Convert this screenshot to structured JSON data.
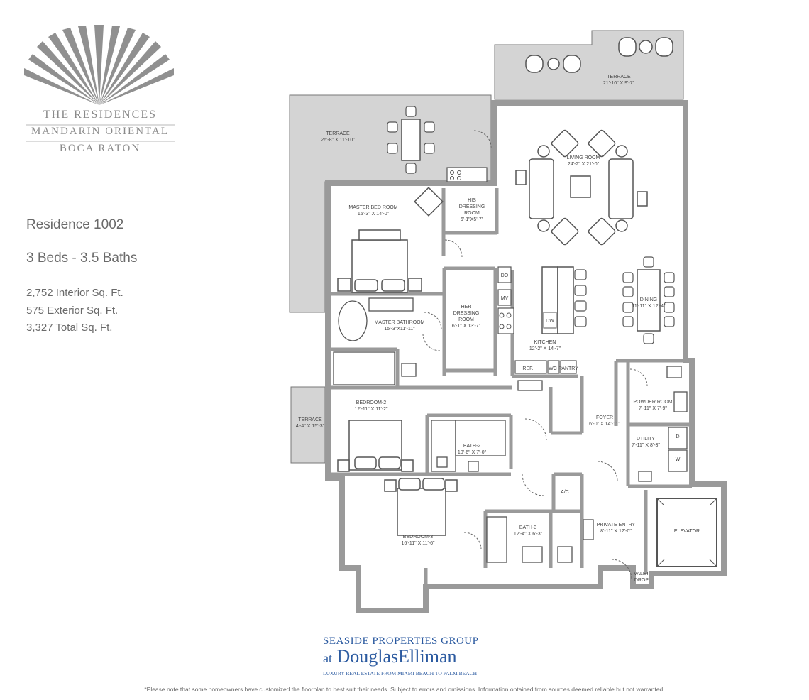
{
  "brand": {
    "line1": "THE RESIDENCES",
    "line2": "MANDARIN ORIENTAL",
    "line3": "BOCA RATON",
    "color": "#8a8a8a"
  },
  "residence": {
    "name": "Residence 1002",
    "beds_baths": "3 Beds - 3.5 Baths",
    "interior": "2,752 Interior Sq. Ft.",
    "exterior": "575 Exterior Sq. Ft.",
    "total": "3,327 Total Sq. Ft."
  },
  "rooms": {
    "terrace_top": {
      "name": "TERRACE",
      "dim": "21'-10\" X 9'-7\""
    },
    "terrace_left": {
      "name": "TERRACE",
      "dim": "26'-8\" X 11'-10\""
    },
    "living": {
      "name": "LIVING ROOM",
      "dim": "24'-2\" X 21'-0\""
    },
    "his_dressing": {
      "name1": "HIS",
      "name2": "DRESSING",
      "name3": "ROOM",
      "dim": "6'-1\"X5'-7\""
    },
    "master_bed": {
      "name": "MASTER BED ROOM",
      "dim": "15'-3\" X 14'-0\""
    },
    "her_dressing": {
      "name1": "HER",
      "name2": "DRESSING",
      "name3": "ROOM",
      "dim": "6'-1\" X 13'-7\""
    },
    "master_bath": {
      "name": "MASTER BATHROOM",
      "dim": "15'-3\"X11'-11\""
    },
    "dining": {
      "name": "DINING",
      "dim": "11'-11\" X 12'-4\""
    },
    "kitchen": {
      "name": "KITCHEN",
      "dim": "12'-2\" X 14'-7\""
    },
    "do": "DO",
    "mv": "MV",
    "dw": "DW",
    "ref": "REF.",
    "wc": "WC",
    "pantry": "PANTRY",
    "bedroom2": {
      "name": "BEDROOM-2",
      "dim": "12'-11\" X 11'-2\""
    },
    "terrace_small": {
      "name": "TERRACE",
      "dim": "4'-4\" X 15'-3\""
    },
    "bath2": {
      "name": "BATH-2",
      "dim": "10'-6\" X 7'-0\""
    },
    "foyer": {
      "name": "FOYER",
      "dim": "6'-0\" X 14'-11\""
    },
    "powder": {
      "name": "POWDER ROOM",
      "dim": "7'-11\" X 7'-9\""
    },
    "utility": {
      "name": "UTILITY",
      "dim": "7'-11\" X 8'-3\""
    },
    "d": "D",
    "w": "W",
    "ac": "A/C",
    "bedroom3": {
      "name": "BEDROOM-3",
      "dim": "16'-11\" X 11'-6\""
    },
    "bath3": {
      "name": "BATH-3",
      "dim": "12'-4\" X 6'-3\""
    },
    "private_entry": {
      "name": "PRIVATE ENTRY",
      "dim": "8'-11\" X 12'-0\""
    },
    "elevator": "ELEVATOR",
    "valet1": "VALET",
    "valet2": "DROP"
  },
  "footer": {
    "line1": "SEASIDE PROPERTIES GROUP",
    "at": "at",
    "douglas": "Douglas",
    "elliman": "Elliman",
    "tagline": "LUXURY REAL ESTATE FROM MIAMI BEACH TO PALM BEACH",
    "disclaimer": "*Please note that some homeowners have customized the floorplan to best suit their needs. Subject to errors and omissions. Information obtained from sources deemed reliable but not warranted.",
    "color": "#2b5aa0"
  },
  "colors": {
    "wall": "#9a9a9a",
    "terrace": "#d4d4d4",
    "line": "#555555"
  }
}
